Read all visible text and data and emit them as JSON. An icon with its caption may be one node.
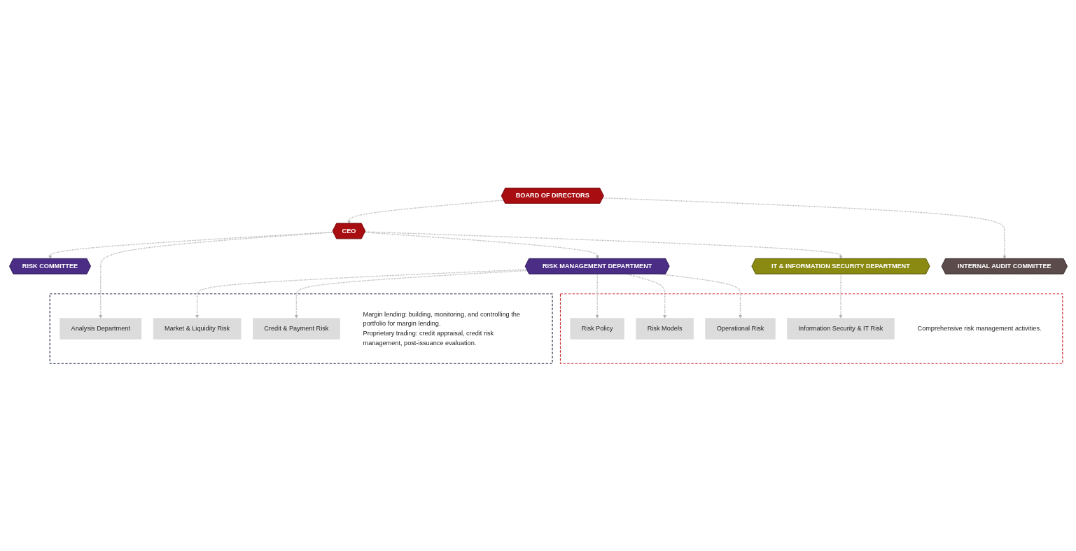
{
  "diagram": {
    "nodes": [
      {
        "text": [
          "BOARD OF DIRECTORS"
        ]
      },
      {
        "text": [
          "INTERNAL AUDIT COMMITTEE"
        ]
      },
      {
        "text": [
          "CEO"
        ]
      },
      {
        "text": [
          "RISK COMMITTEE"
        ]
      },
      {
        "text": [
          "RISK MANAGEMENT DEPARTMENT"
        ]
      },
      {
        "text": [
          "IT & INFORMATION SECURITY DEPARTMENT"
        ]
      },
      {
        "text": [
          "Margin lending: building, monitoring, and controlling the portfolio for margin lending.",
          "Proprietary trading: credit appraisal, credit risk management, post-issuance evaluation."
        ]
      },
      {
        "text": [
          "Analysis Department"
        ],
        "in": 6
      },
      {
        "text": [
          "Market & Liquidity Risk"
        ],
        "in": 6
      },
      {
        "text": [
          "Credit & Payment Risk"
        ],
        "in": 6
      },
      {
        "text": [
          "Comprehensive risk management activities."
        ]
      },
      {
        "text": [
          "Risk Policy"
        ],
        "in": 10
      },
      {
        "text": [
          "Risk Models"
        ],
        "in": 10
      },
      {
        "text": [
          "Operational Risk"
        ],
        "in": 10
      },
      {
        "text": [
          "Information Security & IT Risk"
        ],
        "in": 10
      }
    ],
    "edges": [
      {
        "from": 0,
        "to": 2,
        "arrow": "to",
        "style": "dashed"
      },
      {
        "from": 0,
        "to": 1,
        "arrow": "to",
        "style": "dashed"
      },
      {
        "from": 2,
        "to": 3,
        "arrow": "to",
        "style": "dashed"
      },
      {
        "from": 2,
        "to": 7,
        "arrow": "to",
        "style": "dashed"
      },
      {
        "from": 2,
        "to": 4,
        "arrow": "to",
        "style": "dashed"
      },
      {
        "from": 2,
        "to": 5,
        "arrow": "to",
        "style": "dashed"
      },
      {
        "from": 4,
        "to": 8,
        "arrow": "to",
        "style": "dashed"
      },
      {
        "from": 4,
        "to": 9,
        "arrow": "to",
        "style": "dashed"
      },
      {
        "from": 4,
        "to": 11,
        "arrow": "to",
        "style": "dashed"
      },
      {
        "from": 4,
        "to": 12,
        "arrow": "to",
        "style": "dashed"
      },
      {
        "from": 4,
        "to": 13,
        "arrow": "to",
        "style": "dashed"
      },
      {
        "from": 5,
        "to": 14,
        "arrow": "to",
        "style": "dashed"
      }
    ]
  }
}
